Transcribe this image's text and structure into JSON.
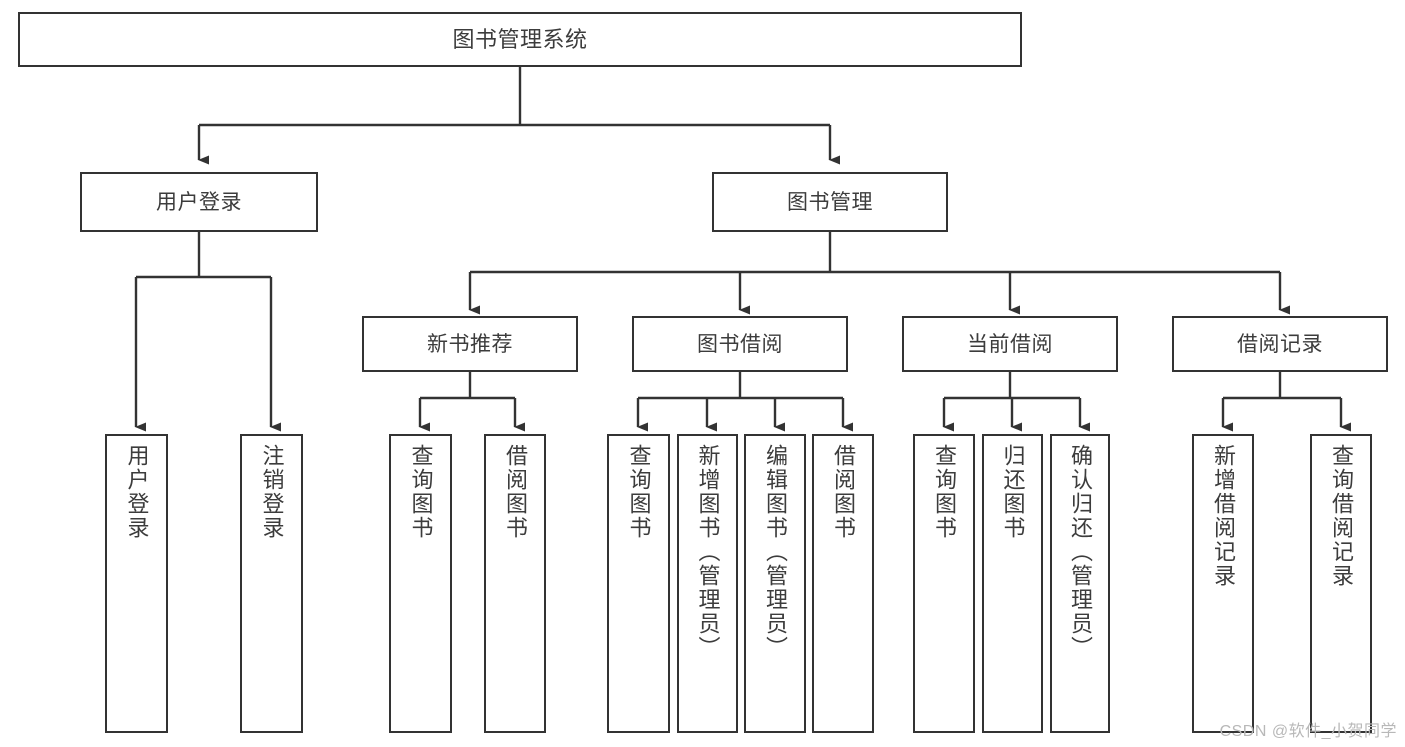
{
  "diagram": {
    "title": "图书管理系统",
    "watermark": "CSDN @软件_小贺同学",
    "colors": {
      "box_border": "#333333",
      "box_fill": "#ffffff",
      "text": "#3c3c3c",
      "connector": "#333333",
      "watermark": "#b8b8b8",
      "background": "#ffffff"
    },
    "root": {
      "label": "图书管理系统"
    },
    "level2": [
      {
        "label": "用户登录"
      },
      {
        "label": "图书管理"
      }
    ],
    "level3": [
      {
        "label": "新书推荐"
      },
      {
        "label": "图书借阅"
      },
      {
        "label": "当前借阅"
      },
      {
        "label": "借阅记录"
      }
    ],
    "leaves": {
      "user_login": [
        {
          "label": "用户登录"
        },
        {
          "label": "注销登录"
        }
      ],
      "new_book_recommend": [
        {
          "label": "查询图书"
        },
        {
          "label": "借阅图书"
        }
      ],
      "book_borrow": [
        {
          "label": "查询图书"
        },
        {
          "label": "新增图书（管理员）"
        },
        {
          "label": "编辑图书（管理员）"
        },
        {
          "label": "借阅图书"
        }
      ],
      "current_borrow": [
        {
          "label": "查询图书"
        },
        {
          "label": "归还图书"
        },
        {
          "label": "确认归还（管理员）"
        }
      ],
      "borrow_record": [
        {
          "label": "新增借阅记录"
        },
        {
          "label": "查询借阅记录"
        }
      ]
    }
  }
}
